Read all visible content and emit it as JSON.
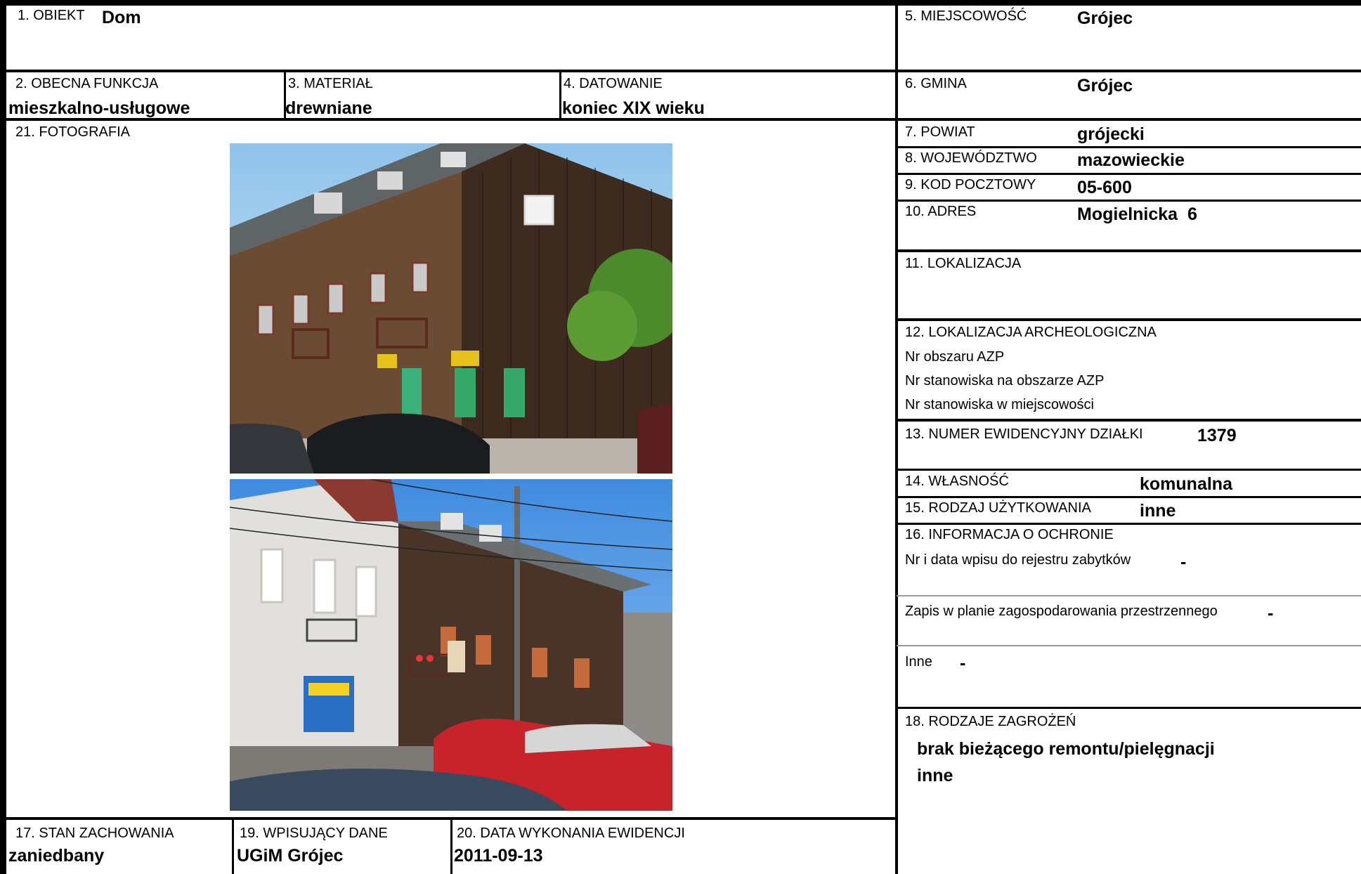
{
  "obiekt": {
    "label": "1. OBIEKT",
    "value": "Dom"
  },
  "funkcja": {
    "label": "2. OBECNA FUNKCJA",
    "value": "mieszkalno-usługowe"
  },
  "material": {
    "label": "3. MATERIAŁ",
    "value": "drewniane"
  },
  "datowanie": {
    "label": "4. DATOWANIE",
    "value": "koniec XIX wieku"
  },
  "fotografia": {
    "label": "21. FOTOGRAFIA"
  },
  "miejscowosc": {
    "label": "5. MIEJSCOWOŚĆ",
    "value": "Grójec"
  },
  "gmina": {
    "label": "6. GMINA",
    "value": "Grójec"
  },
  "powiat": {
    "label": "7. POWIAT",
    "value": "grójecki"
  },
  "wojewodztwo": {
    "label": "8. WOJEWÓDZTWO",
    "value": "mazowieckie"
  },
  "kod": {
    "label": "9. KOD POCZTOWY",
    "value": "05-600"
  },
  "adres": {
    "label": "10. ADRES",
    "value": "Mogielnicka  6"
  },
  "lokalizacja": {
    "label": "11. LOKALIZACJA"
  },
  "archeo": {
    "label": "12. LOKALIZACJA ARCHEOLOGICZNA",
    "obszar": "Nr obszaru AZP",
    "stanowisko_obszar": "Nr stanowiska na obszarze AZP",
    "stanowisko_miejsc": "Nr stanowiska w miejscowości"
  },
  "dzialka": {
    "label": "13. NUMER EWIDENCYJNY DZIAŁKI",
    "value": "1379"
  },
  "wlasnosc": {
    "label": "14. WŁASNOŚĆ",
    "value": "komunalna"
  },
  "uzytkowanie": {
    "label": "15. RODZAJ UŻYTKOWANIA",
    "value": "inne"
  },
  "ochrona": {
    "label": "16. INFORMACJA O OCHRONIE",
    "rejestr_label": "Nr i data wpisu do rejestru zabytków",
    "rejestr_value": "-",
    "plan_label": "Zapis w planie zagospodarowania przestrzennego",
    "plan_value": "-",
    "inne_label": "Inne",
    "inne_value": "-"
  },
  "zagrozenia": {
    "label": "18. RODZAJE ZAGROŻEŃ",
    "items": [
      "brak bieżącego remontu/pielęgnacji",
      "inne"
    ]
  },
  "stan": {
    "label": "17. STAN ZACHOWANIA",
    "value": "zaniedbany"
  },
  "wpisujacy": {
    "label": "19. WPISUJĄCY DANE",
    "value": "UGiM Grójec"
  },
  "data": {
    "label": "20. DATA WYKONANIA EWIDENCJI",
    "value": "2011-09-13"
  }
}
